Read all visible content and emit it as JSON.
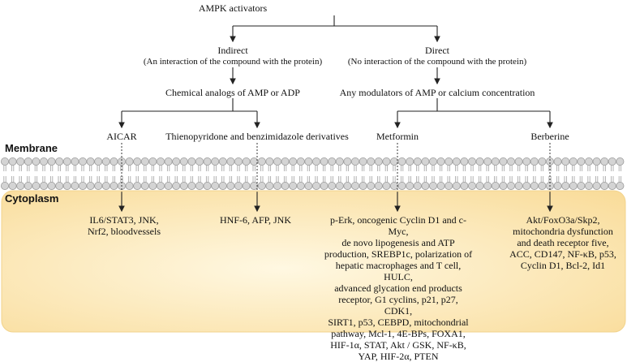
{
  "root": "AMPK activators",
  "branches": {
    "indirect": {
      "title": "Indirect",
      "subtitle": "(An interaction of the compound with the protein)",
      "mechanism": "Chemical analogs of AMP or ADP",
      "agents": [
        {
          "name": "AICAR",
          "targets": [
            "IL6/STAT3, JNK,",
            "Nrf2, bloodvessels"
          ]
        },
        {
          "name": "Thienopyridone and benzimidazole derivatives",
          "targets": [
            "HNF-6, AFP, JNK"
          ]
        }
      ]
    },
    "direct": {
      "title": "Direct",
      "subtitle": "(No interaction of the compound with the protein)",
      "mechanism": "Any modulators of AMP or calcium concentration",
      "agents": [
        {
          "name": "Metformin",
          "targets": [
            "p-Erk, oncogenic Cyclin D1 and c-Myc,",
            "de novo lipogenesis and ATP",
            "production, SREBP1c, polarization of",
            "hepatic macrophages and T cell, HULC,",
            "advanced glycation end products",
            "receptor, G1 cyclins, p21, p27, CDK1,",
            "SIRT1, p53, CEBPD, mitochondrial",
            "pathway, Mcl-1, 4E-BPs, FOXA1,",
            "HIF-1α, STAT, Akt / GSK, NF-κB,",
            "YAP, HIF-2α, PTEN"
          ]
        },
        {
          "name": "Berberine",
          "targets": [
            "Akt/FoxO3a/Skp2,",
            "mitochondria dysfunction",
            "and death receptor five,",
            "ACC, CD147, NF-κB, p53,",
            "Cyclin D1, Bcl-2, Id1"
          ]
        }
      ]
    }
  },
  "regions": {
    "membrane": "Membrane",
    "cytoplasm": "Cytoplasm"
  },
  "colors": {
    "line": "#222222",
    "lipid_head": "#d4d4d4",
    "lipid_stroke": "#9a9a9a",
    "cytoplasm_fill": "#fbe3a8"
  }
}
